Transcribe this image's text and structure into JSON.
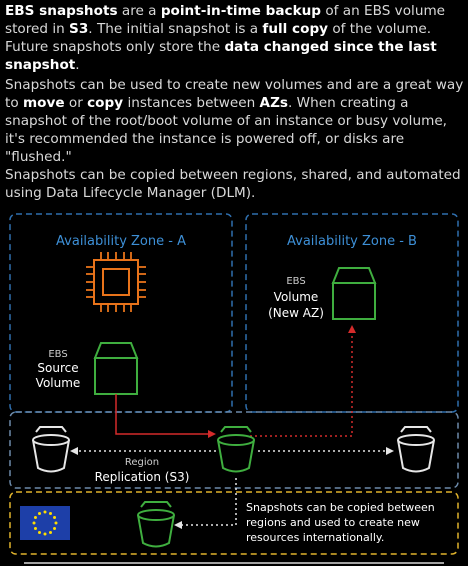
{
  "intro": {
    "p1": [
      {
        "t": "EBS snapshots",
        "b": true
      },
      {
        "t": " are a ",
        "b": false
      },
      {
        "t": "point-in-time backup",
        "b": true
      },
      {
        "t": " of an EBS volume stored in ",
        "b": false
      },
      {
        "t": "S3",
        "b": true
      },
      {
        "t": ". The initial snapshot is a ",
        "b": false
      },
      {
        "t": "full copy",
        "b": true
      },
      {
        "t": " of the volume. Future snapshots only store the ",
        "b": false
      },
      {
        "t": "data changed since the last snapshot",
        "b": true
      },
      {
        "t": ".",
        "b": false
      }
    ],
    "p2": [
      {
        "t": "Snapshots can be used to create new volumes and are a great way to ",
        "b": false
      },
      {
        "t": "move",
        "b": true
      },
      {
        "t": " or ",
        "b": false
      },
      {
        "t": "copy",
        "b": true
      },
      {
        "t": " instances between ",
        "b": false
      },
      {
        "t": "AZs",
        "b": true
      },
      {
        "t": ". When creating a snapshot of the root/boot volume of an instance or busy volume, it's recommended the instance is powered off, or disks are \"flushed.\"",
        "b": false
      }
    ],
    "p3": [
      {
        "t": "Snapshots can be copied between regions, shared, and automated using Data Lifecycle Manager (DLM).",
        "b": false
      }
    ]
  },
  "diagram": {
    "az_a_label": "Availability Zone - A",
    "az_b_label": "Availability Zone - B",
    "source_ebs_tag": "EBS",
    "source_volume_line1": "Source",
    "source_volume_line2": "Volume",
    "new_ebs_tag": "EBS",
    "new_volume_line1": "Volume",
    "new_volume_line2": "(New AZ)",
    "region_tag": "Region",
    "replication_label": "Replication (S3)",
    "copy_note_line1": "Snapshots can be copied between",
    "copy_note_line2": "regions and used to create new",
    "copy_note_line3": "resources internationally.",
    "colors": {
      "az_border": "#2f6fae",
      "az_label": "#3d8fd6",
      "region_border": "#6d8bab",
      "intl_border": "#e0b32c",
      "volume": "#3fae3f",
      "chip": "#e8731a",
      "arrow_red": "#d42b2b",
      "dotted": "#e6e6e6",
      "bucket": "#e6e6e6",
      "eu_flag": "#1d3fa8",
      "eu_star": "#ffdd00"
    }
  }
}
